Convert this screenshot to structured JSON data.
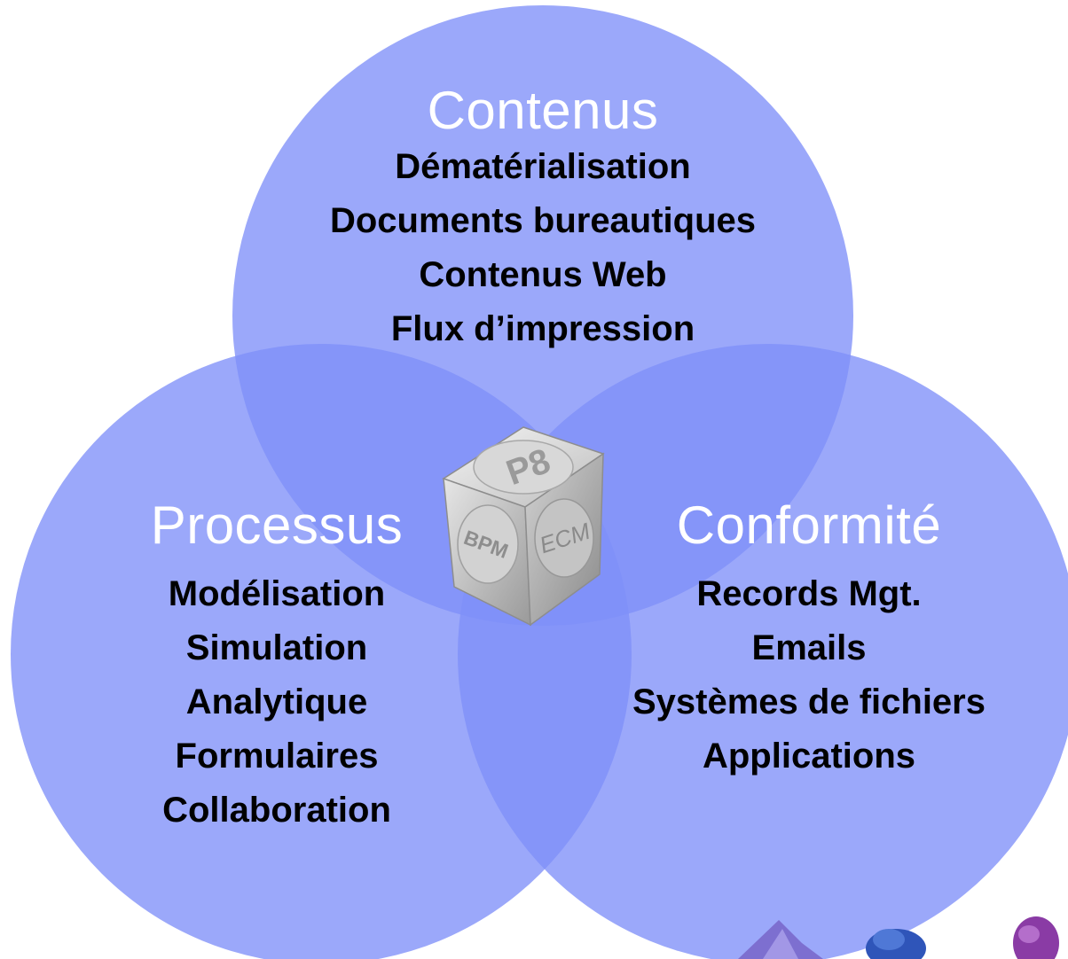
{
  "colors": {
    "circle_fill": "#7f8ff8",
    "title_color": "#ffffff",
    "text_color": "#000000"
  },
  "center_logo": {
    "top_face_text": "P8",
    "left_face_text": "BPM",
    "right_face_text": "ECM"
  },
  "circles": {
    "contenus": {
      "title": "Contenus",
      "items": [
        "Dématérialisation",
        "Documents bureautiques",
        "Contenus Web",
        "Flux d’impression"
      ]
    },
    "processus": {
      "title": "Processus",
      "items": [
        "Modélisation",
        "Simulation",
        "Analytique",
        "Formulaires",
        "Collaboration"
      ]
    },
    "conformite": {
      "title": "Conformité",
      "items": [
        "Records Mgt.",
        "Emails",
        "Systèmes de fichiers",
        "Applications"
      ]
    }
  }
}
